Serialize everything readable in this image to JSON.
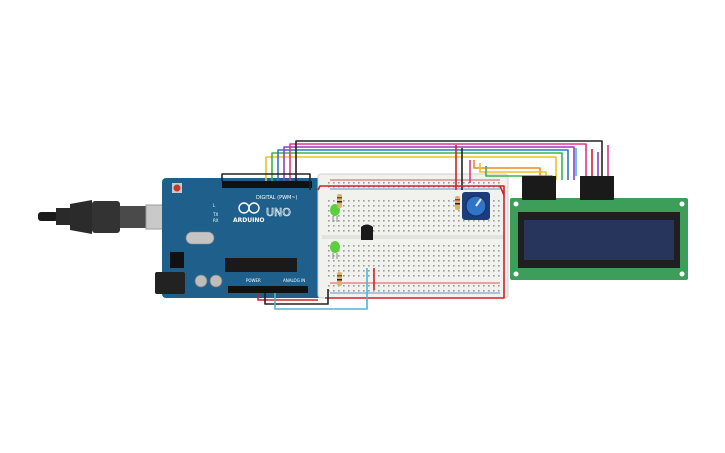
{
  "board": {
    "digital_label": "DIGITAL (PWM~)",
    "analog_label": "ANALOG IN",
    "power_label": "POWER",
    "brand": "ARDUINO",
    "model": "UNO",
    "side_tx": "TX",
    "side_rx": "RX",
    "led_l": "L"
  },
  "colors": {
    "board": "#1f5f8b",
    "lcd_pcb": "#3d9e5a",
    "lcd_screen": "#27355c",
    "breadboard": "#f1f1ee",
    "wire_red": "#d0202a",
    "wire_black": "#222222",
    "wire_orange": "#f08a1c",
    "wire_yellow": "#e8c51a",
    "wire_green": "#39b54a",
    "wire_blue": "#2f74c7",
    "wire_purple": "#8e3fbf",
    "wire_pink": "#e2338a",
    "wire_cyan": "#4ab6d8",
    "led_green": "#5ccf3d"
  },
  "components": {
    "usb_cable": "usb-cable-icon",
    "led_top": "led-icon",
    "led_middle": "led-icon",
    "sensor": "temperature-sensor-icon",
    "potentiometer": "potentiometer-icon",
    "lcd": "lcd-16x2-icon"
  }
}
